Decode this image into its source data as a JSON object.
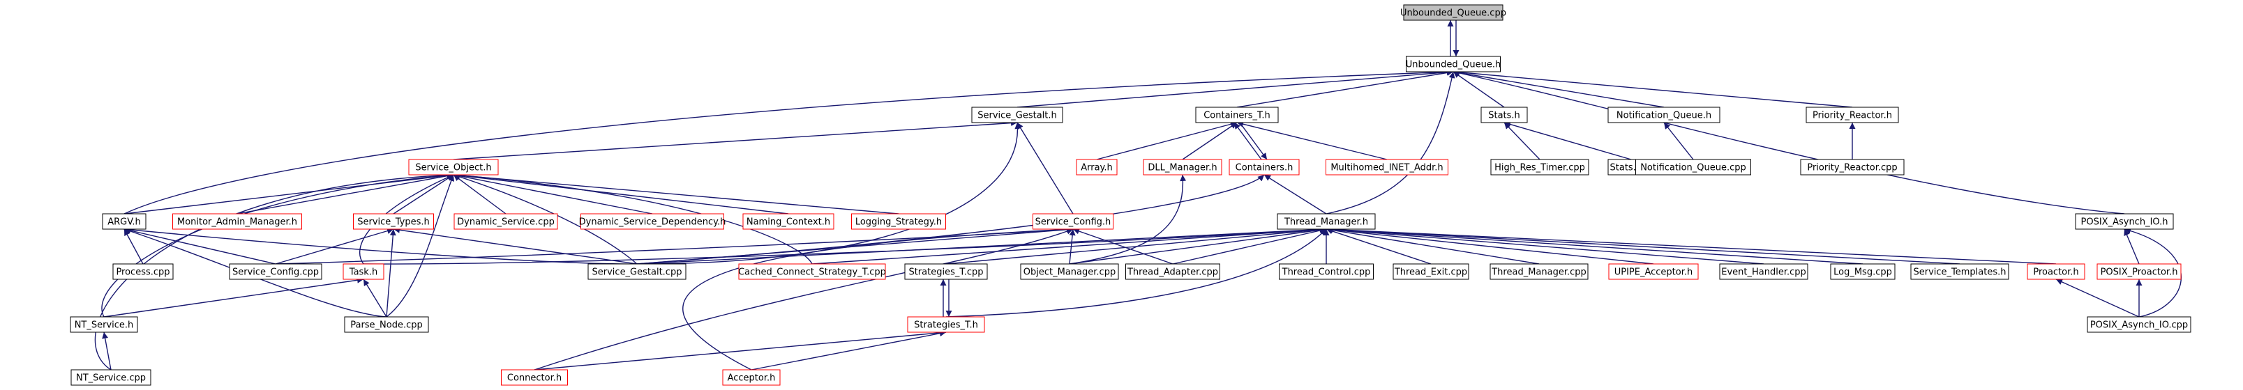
{
  "diagram": {
    "nodes": [
      {
        "id": "unbounded_queue_cpp",
        "label": "Unbounded_Queue.cpp",
        "style": "root"
      },
      {
        "id": "unbounded_queue_h",
        "label": "Unbounded_Queue.h",
        "style": "normal"
      },
      {
        "id": "service_gestalt_h",
        "label": "Service_Gestalt.h",
        "style": "normal"
      },
      {
        "id": "containers_t_h",
        "label": "Containers_T.h",
        "style": "normal"
      },
      {
        "id": "stats_h",
        "label": "Stats.h",
        "style": "normal"
      },
      {
        "id": "notification_queue_h",
        "label": "Notification_Queue.h",
        "style": "normal"
      },
      {
        "id": "priority_reactor_h",
        "label": "Priority_Reactor.h",
        "style": "normal"
      },
      {
        "id": "service_object_h",
        "label": "Service_Object.h",
        "style": "truncated"
      },
      {
        "id": "array_h",
        "label": "Array.h",
        "style": "truncated"
      },
      {
        "id": "dll_manager_h",
        "label": "DLL_Manager.h",
        "style": "truncated"
      },
      {
        "id": "containers_h",
        "label": "Containers.h",
        "style": "truncated"
      },
      {
        "id": "multihomed_inet_addr_h",
        "label": "Multihomed_INET_Addr.h",
        "style": "truncated"
      },
      {
        "id": "high_res_timer_cpp",
        "label": "High_Res_Timer.cpp",
        "style": "normal"
      },
      {
        "id": "stats_cpp",
        "label": "Stats.cpp",
        "style": "normal"
      },
      {
        "id": "notification_queue_cpp",
        "label": "Notification_Queue.cpp",
        "style": "normal"
      },
      {
        "id": "priority_reactor_cpp",
        "label": "Priority_Reactor.cpp",
        "style": "normal"
      },
      {
        "id": "argv_h",
        "label": "ARGV.h",
        "style": "normal"
      },
      {
        "id": "monitor_admin_manager_h",
        "label": "Monitor_Admin_Manager.h",
        "style": "truncated"
      },
      {
        "id": "service_types_h",
        "label": "Service_Types.h",
        "style": "truncated"
      },
      {
        "id": "dynamic_service_cpp",
        "label": "Dynamic_Service.cpp",
        "style": "truncated"
      },
      {
        "id": "dynamic_service_dependency_h",
        "label": "Dynamic_Service_Dependency.h",
        "style": "truncated"
      },
      {
        "id": "naming_context_h",
        "label": "Naming_Context.h",
        "style": "truncated"
      },
      {
        "id": "logging_strategy_h",
        "label": "Logging_Strategy.h",
        "style": "truncated"
      },
      {
        "id": "service_config_h",
        "label": "Service_Config.h",
        "style": "truncated"
      },
      {
        "id": "thread_manager_h",
        "label": "Thread_Manager.h",
        "style": "normal"
      },
      {
        "id": "posix_asynch_io_h",
        "label": "POSIX_Asynch_IO.h",
        "style": "normal"
      },
      {
        "id": "process_cpp",
        "label": "Process.cpp",
        "style": "normal"
      },
      {
        "id": "service_config_cpp",
        "label": "Service_Config.cpp",
        "style": "normal"
      },
      {
        "id": "task_h",
        "label": "Task.h",
        "style": "truncated"
      },
      {
        "id": "service_gestalt_cpp",
        "label": "Service_Gestalt.cpp",
        "style": "normal"
      },
      {
        "id": "cached_connect_strategy_t_cpp",
        "label": "Cached_Connect_Strategy_T.cpp",
        "style": "truncated"
      },
      {
        "id": "strategies_t_cpp",
        "label": "Strategies_T.cpp",
        "style": "normal"
      },
      {
        "id": "object_manager_cpp",
        "label": "Object_Manager.cpp",
        "style": "normal"
      },
      {
        "id": "thread_adapter_cpp",
        "label": "Thread_Adapter.cpp",
        "style": "normal"
      },
      {
        "id": "thread_control_cpp",
        "label": "Thread_Control.cpp",
        "style": "normal"
      },
      {
        "id": "thread_exit_cpp",
        "label": "Thread_Exit.cpp",
        "style": "normal"
      },
      {
        "id": "thread_manager_cpp",
        "label": "Thread_Manager.cpp",
        "style": "normal"
      },
      {
        "id": "upipe_acceptor_h",
        "label": "UPIPE_Acceptor.h",
        "style": "truncated"
      },
      {
        "id": "event_handler_cpp",
        "label": "Event_Handler.cpp",
        "style": "normal"
      },
      {
        "id": "log_msg_cpp",
        "label": "Log_Msg.cpp",
        "style": "normal"
      },
      {
        "id": "service_templates_h",
        "label": "Service_Templates.h",
        "style": "normal"
      },
      {
        "id": "proactor_h",
        "label": "Proactor.h",
        "style": "truncated"
      },
      {
        "id": "posix_proactor_h",
        "label": "POSIX_Proactor.h",
        "style": "truncated"
      },
      {
        "id": "nt_service_h",
        "label": "NT_Service.h",
        "style": "normal"
      },
      {
        "id": "parse_node_cpp",
        "label": "Parse_Node.cpp",
        "style": "normal"
      },
      {
        "id": "strategies_t_h",
        "label": "Strategies_T.h",
        "style": "truncated"
      },
      {
        "id": "posix_asynch_io_cpp",
        "label": "POSIX_Asynch_IO.cpp",
        "style": "normal"
      },
      {
        "id": "nt_service_cpp",
        "label": "NT_Service.cpp",
        "style": "normal"
      },
      {
        "id": "connector_h",
        "label": "Connector.h",
        "style": "truncated"
      },
      {
        "id": "acceptor_h",
        "label": "Acceptor.h",
        "style": "truncated"
      }
    ],
    "colors": {
      "edge": "#191970",
      "node_border": "#000000",
      "truncated_border": "#ff0000",
      "root_fill": "#bfbfbf",
      "node_fill": "#ffffff",
      "text": "#000000"
    }
  }
}
